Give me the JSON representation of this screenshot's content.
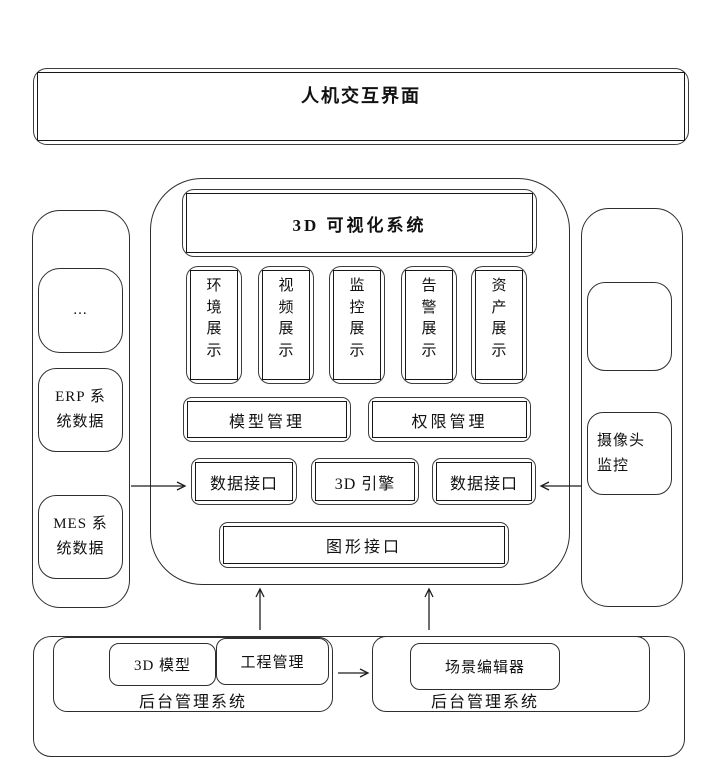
{
  "colors": {
    "line": "#1f1f1f",
    "background": "#ffffff"
  },
  "top_bar": {
    "title": "人机交互界面"
  },
  "left_panel": {
    "ellipsis": "...",
    "erp": {
      "lines": [
        "ERP 系",
        "统数据"
      ]
    },
    "mes": {
      "lines": [
        "MES 系",
        "统数据"
      ]
    }
  },
  "viz_system": {
    "title": "3D 可视化系统",
    "displays": [
      "环境展示",
      "视频展示",
      "监控展示",
      "告警展示",
      "资产展示"
    ],
    "management": [
      "模型管理",
      "权限管理"
    ],
    "interfaces": {
      "left": "数据接口",
      "engine": "3D 引擎",
      "right": "数据接口",
      "graphics": "图形接口"
    }
  },
  "right_panel": {
    "camera": {
      "lines": [
        "摄像头",
        "监控"
      ]
    }
  },
  "backend_left": {
    "modules": [
      "3D 模型",
      "工程管理"
    ],
    "label": "后台管理系统"
  },
  "backend_right": {
    "modules": [
      "场景编辑器"
    ],
    "label": "后台管理系统"
  }
}
